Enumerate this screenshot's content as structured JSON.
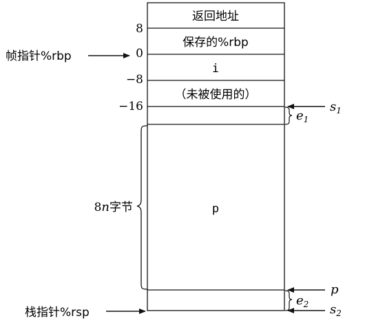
{
  "stack_frame": {
    "cells": {
      "return_address": "返回地址",
      "saved_rbp": "保存的%rbp",
      "var_i": "i",
      "unused": "（未被使用的）",
      "array_p": "p"
    },
    "offsets": {
      "plus8": "8",
      "zero": "0",
      "minus8": "−8",
      "minus16": "−16"
    },
    "labels": {
      "frame_pointer": "帧指针%rbp",
      "stack_pointer": "栈指针%rsp",
      "size_prefix": "8",
      "size_var": "n",
      "size_suffix": "字节"
    },
    "pointers": {
      "s1": "s",
      "s1_sub": "1",
      "e1": "e",
      "e1_sub": "1",
      "p": "p",
      "e2": "e",
      "e2_sub": "2",
      "s2": "s",
      "s2_sub": "2"
    }
  }
}
